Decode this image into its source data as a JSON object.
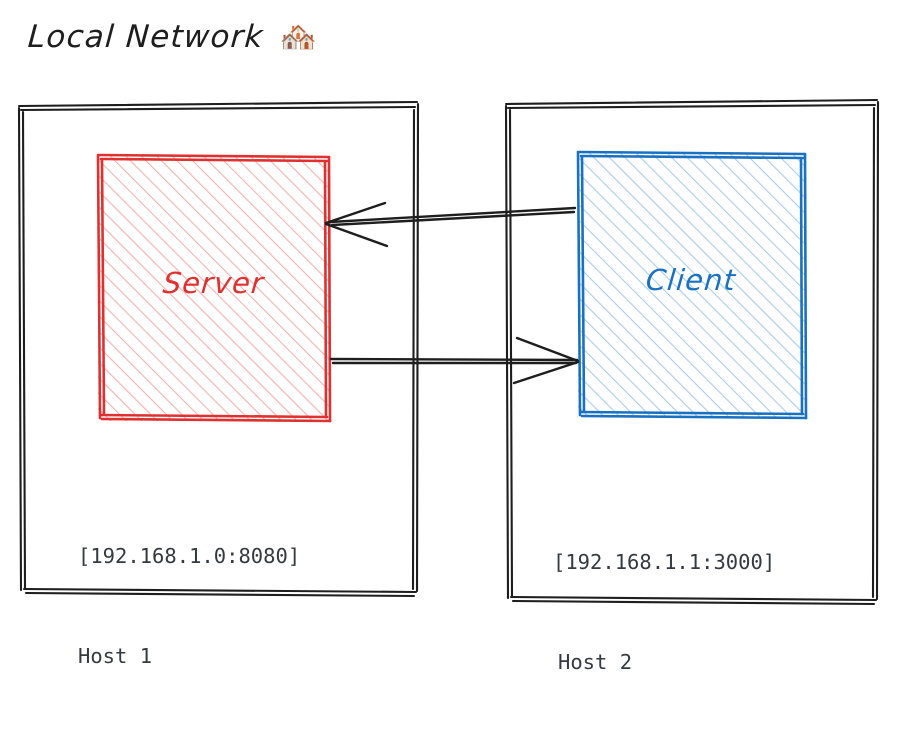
{
  "title": {
    "text": "Local Network",
    "emoji": "🏘️",
    "emoji_name": "houses-emoji"
  },
  "colors": {
    "server_stroke": "#e03131",
    "server_hatch": "#f5a3a3",
    "client_stroke": "#1971c2",
    "client_hatch": "#93bfe8",
    "frame_stroke": "#1e1e1e",
    "arrow_stroke": "#1e1e1e",
    "label_text": "#343a40",
    "background": "#ffffff"
  },
  "frames": [
    {
      "name": "local-network-frame-left",
      "title": "Host 1 frame"
    },
    {
      "name": "local-network-frame-right",
      "title": "Host 2 frame"
    }
  ],
  "nodes": [
    {
      "id": "server",
      "label": "Server",
      "address": "[192.168.1.0:8080]",
      "host": "Host 1",
      "color": "#e03131"
    },
    {
      "id": "client",
      "label": "Client",
      "address": "[192.168.1.1:3000]",
      "host": "Host 2",
      "color": "#1971c2"
    }
  ],
  "connections": [
    {
      "id": "client-to-server",
      "from": "client",
      "to": "server",
      "direction": "left",
      "label": ""
    },
    {
      "id": "server-to-client",
      "from": "server",
      "to": "client",
      "direction": "right",
      "label": ""
    }
  ]
}
